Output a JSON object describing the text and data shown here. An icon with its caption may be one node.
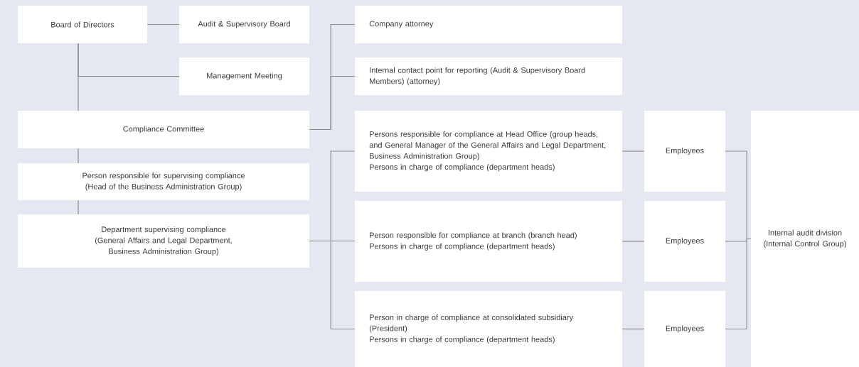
{
  "diagram": {
    "nodes": [
      {
        "text": [
          "Board of Directors"
        ]
      },
      {
        "text": [
          "Audit & Supervisory Board"
        ]
      },
      {
        "text": [
          "Management Meeting"
        ]
      },
      {
        "text": [
          "Compliance Committee"
        ]
      },
      {
        "text": [
          "Person responsible for supervising compliance (Head of the Business Administration Group)"
        ]
      },
      {
        "text": [
          "Department supervising compliance (General Affairs and Legal Department, Business Administration Group)"
        ]
      },
      {
        "text": [
          "Company attorney"
        ]
      },
      {
        "text": [
          "Internal contact point for reporting (Audit & Supervisory Board Members) (attorney)"
        ]
      },
      {
        "text": [
          "Persons responsible for compliance at Head Office (group heads, and General Manager of the General Affairs and Legal Department, Business Administration Group)",
          "Persons in charge of compliance (department heads)"
        ]
      },
      {
        "text": [
          "Person responsible for compliance at branch (branch head)",
          "Persons in charge of compliance (department heads)"
        ]
      },
      {
        "text": [
          "Person in charge of compliance at consolidated subsidiary (President)",
          "Persons in charge of compliance (department heads)"
        ]
      },
      {
        "text": [
          "Employees"
        ]
      },
      {
        "text": [
          "Employees"
        ]
      },
      {
        "text": [
          "Employees"
        ]
      },
      {
        "text": [
          "Internal audit division (Internal Control Group)"
        ]
      }
    ],
    "edges": [
      {
        "from": 0,
        "to": 1,
        "arrow": "none"
      },
      {
        "from": 0,
        "to": 2,
        "arrow": "none"
      },
      {
        "from": 0,
        "to": 3,
        "arrow": "none"
      },
      {
        "from": 3,
        "to": 4,
        "arrow": "none"
      },
      {
        "from": 4,
        "to": 5,
        "arrow": "none"
      },
      {
        "from": 3,
        "to": 6,
        "arrow": "none"
      },
      {
        "from": 3,
        "to": 7,
        "arrow": "none"
      },
      {
        "from": 5,
        "to": 8,
        "arrow": "none"
      },
      {
        "from": 5,
        "to": 9,
        "arrow": "none"
      },
      {
        "from": 5,
        "to": 10,
        "arrow": "none"
      },
      {
        "from": 8,
        "to": 11,
        "arrow": "none"
      },
      {
        "from": 9,
        "to": 12,
        "arrow": "none"
      },
      {
        "from": 10,
        "to": 13,
        "arrow": "none"
      },
      {
        "from": 11,
        "to": 14,
        "arrow": "none"
      },
      {
        "from": 12,
        "to": 14,
        "arrow": "none"
      },
      {
        "from": 13,
        "to": 14,
        "arrow": "none"
      }
    ]
  }
}
